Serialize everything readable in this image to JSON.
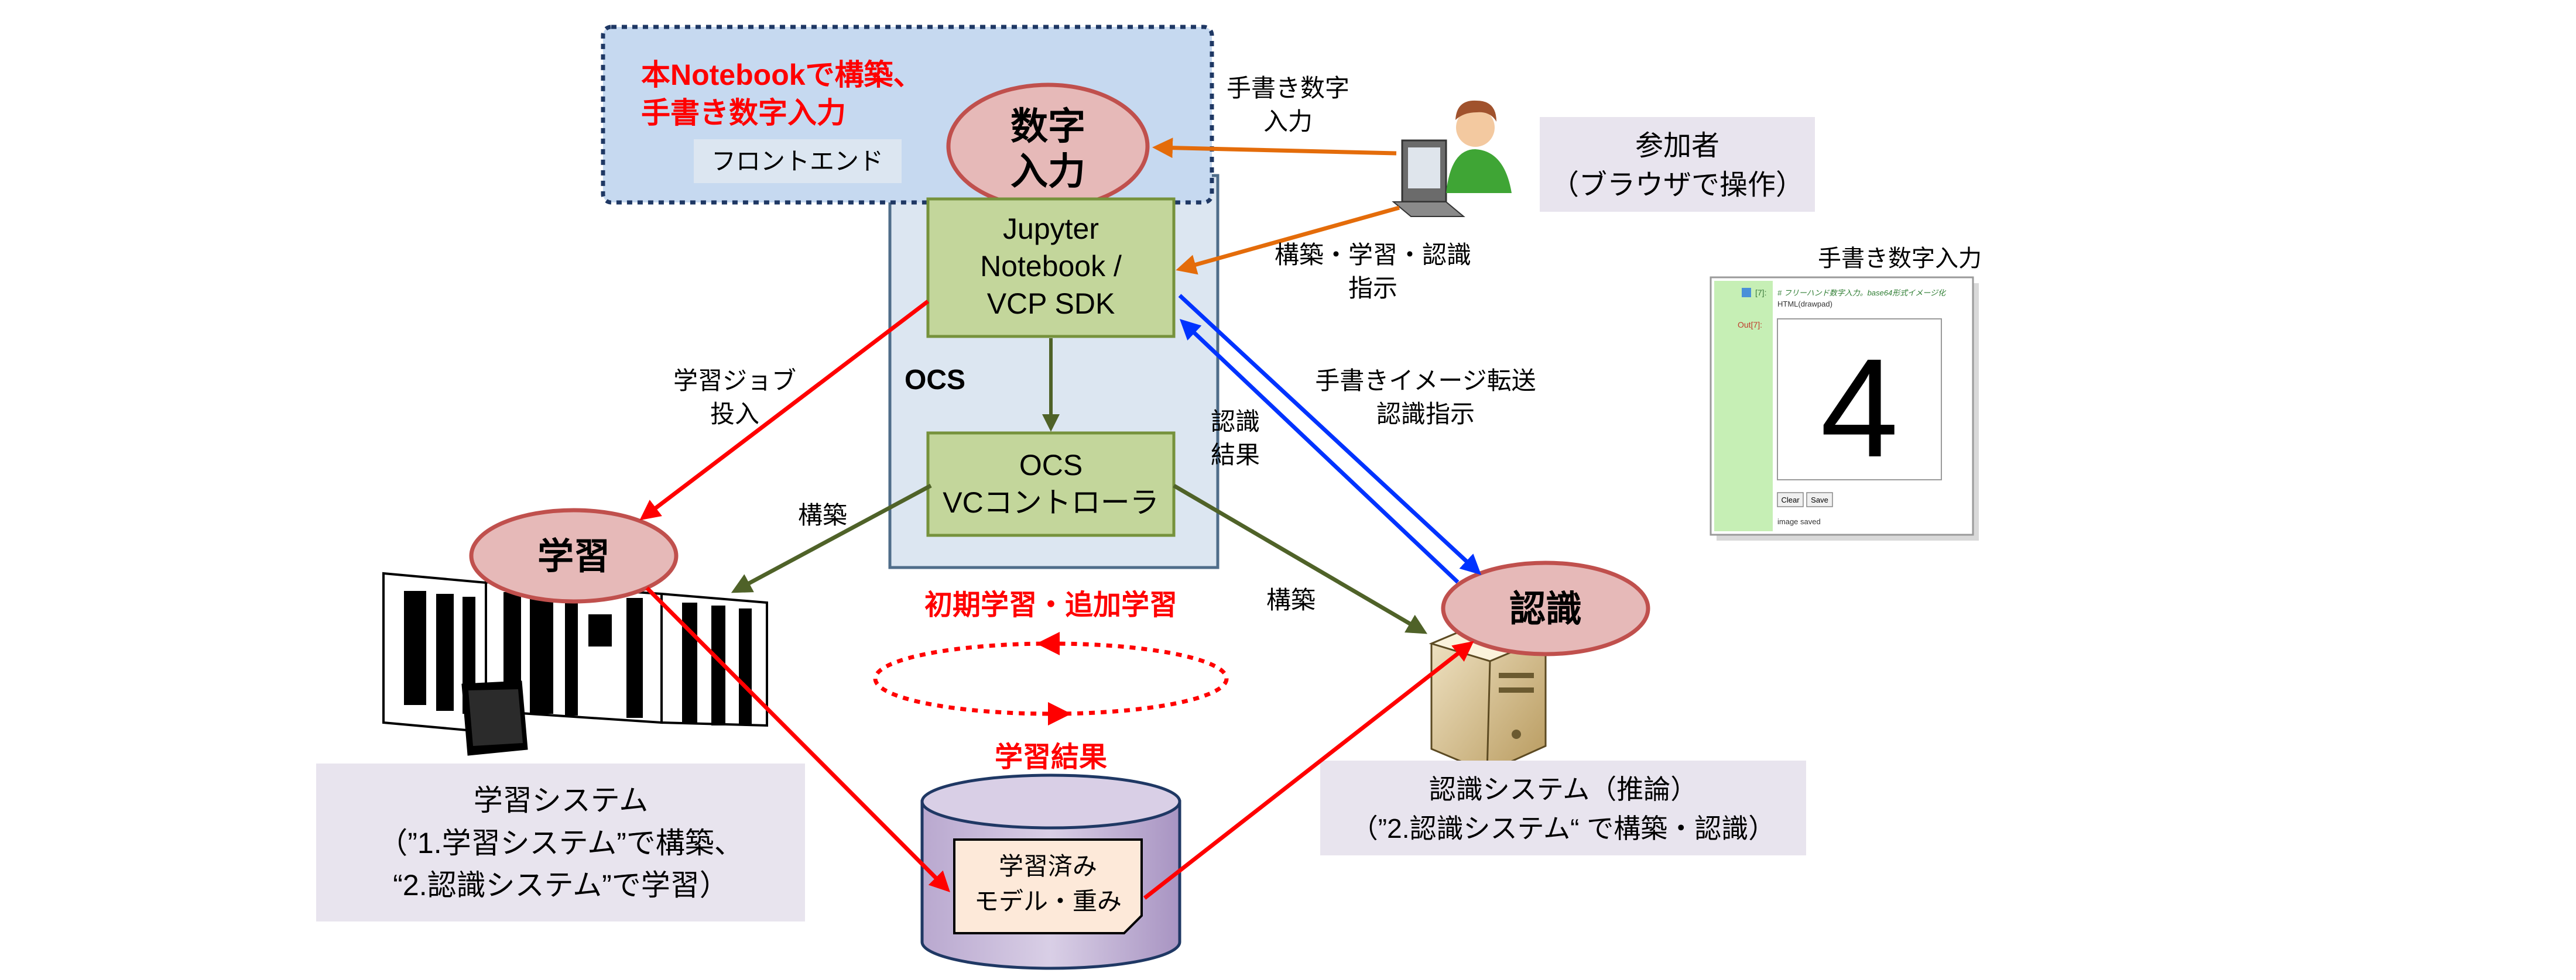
{
  "frontend": {
    "heading_line1": "本Notebookで構築、",
    "heading_line2": "手書き数字入力",
    "tag": "フロントエンド"
  },
  "nodes": {
    "digit_input_line1": "数字",
    "digit_input_line2": "入力",
    "jupyter_line1": "Jupyter",
    "jupyter_line2": "Notebook /",
    "jupyter_line3": "VCP SDK",
    "ocs_label": "OCS",
    "controller_line1": "OCS",
    "controller_line2": "VCコントローラ",
    "learning": "学習",
    "recognition": "認識",
    "model_line1": "学習済み",
    "model_line2": "モデル・重み"
  },
  "edge_labels": {
    "handwritten_input_line1": "手書き数字",
    "handwritten_input_line2": "入力",
    "build_learn_recognize_line1": "構築・学習・認識",
    "build_learn_recognize_line2": "指示",
    "submit_job_line1": "学習ジョブ",
    "submit_job_line2": "投入",
    "build_left": "構築",
    "build_right": "構築",
    "recognition_result_line1": "認識",
    "recognition_result_line2": "結果",
    "image_transfer_line1": "手書きイメージ転送",
    "image_transfer_line2": "認識指示",
    "learning_cycle": "初期学習・追加学習",
    "learning_result": "学習結果"
  },
  "participant": {
    "line1": "参加者",
    "line2": "（ブラウザで操作）"
  },
  "learning_system": {
    "line1": "学習システム",
    "line2": "（”1.学習システム”で構築、",
    "line3": "“2.認識システム”で学習）"
  },
  "recognition_system": {
    "line1": "認識システム（推論）",
    "line2": "（”2.認識システム“ で構築・認識）"
  },
  "screenshot": {
    "title": "手書き数字入力",
    "in_prompt": "[7]:",
    "out_prompt": "Out[7]:",
    "code_line1": "# フリーハンド数字入力。base64形式イメージ化",
    "code_line2": "HTML(drawpad)",
    "digit": "4",
    "clear_button": "Clear",
    "save_button": "Save",
    "status": "image saved"
  },
  "colors": {
    "red": "#ff0000",
    "orange": "#e46c0a",
    "blue": "#0033ff",
    "olive": "#4f6228",
    "ellipse_fill": "#e6b9b8",
    "ellipse_stroke": "#c0504d",
    "green_box": "#c3d69b",
    "green_stroke": "#76923c",
    "ocs_fill": "#dce6f1",
    "ocs_stroke": "#4f6d8a",
    "frontend_fill": "#c6d9f0",
    "frontend_stroke": "#1f3864",
    "gray_box": "#e8e4ee",
    "db_fill": "#ccc0da"
  }
}
